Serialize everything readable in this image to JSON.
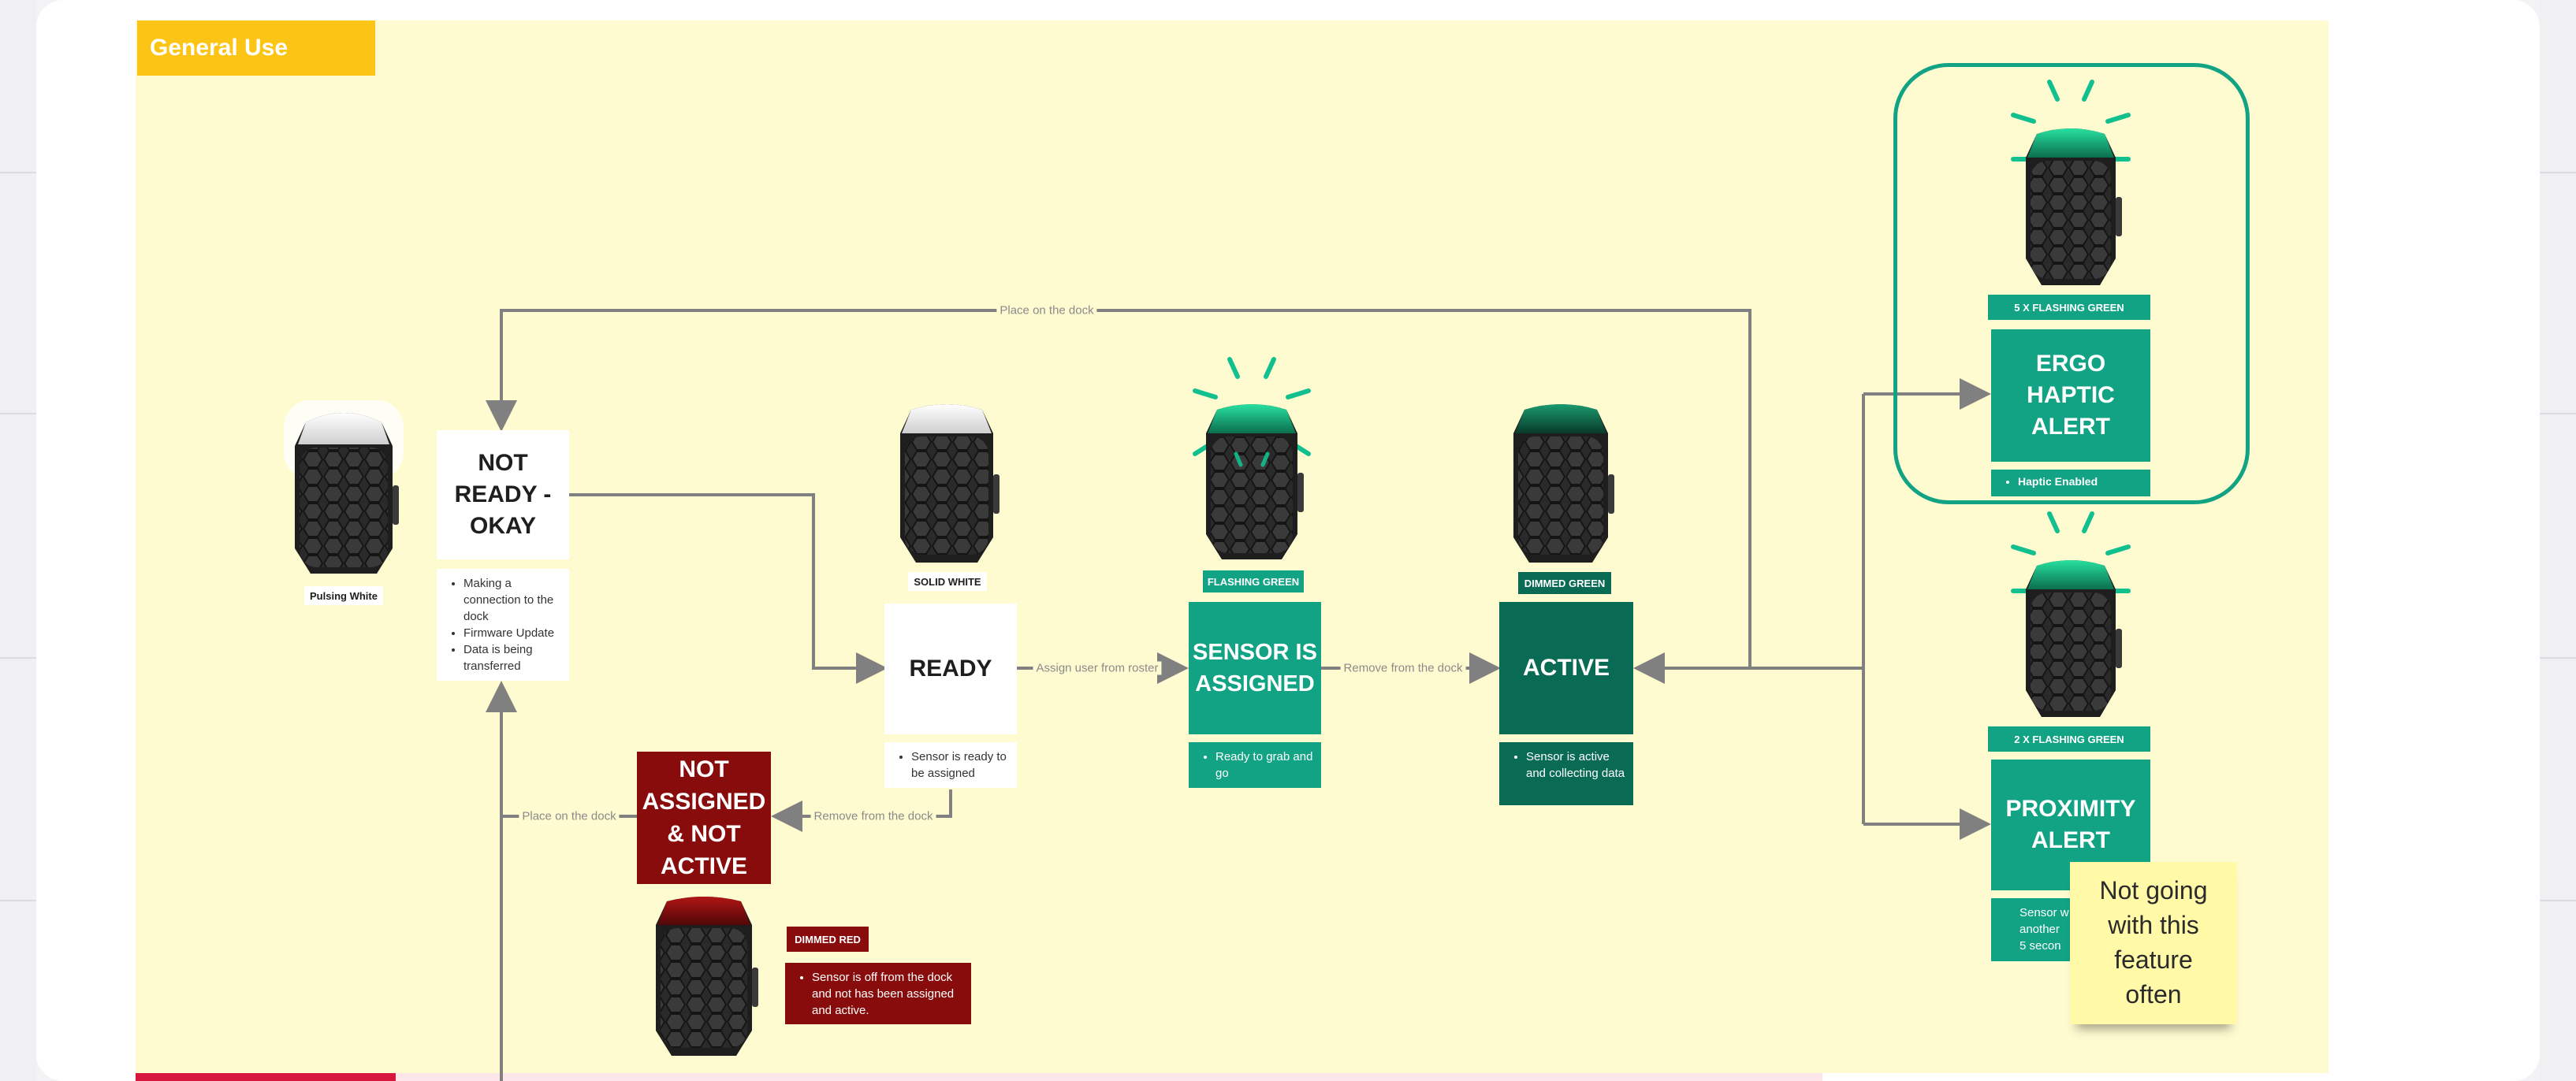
{
  "frame": {
    "label": "General Use",
    "colors": {
      "frame_bg": "#fffbd1",
      "label_bg": "#fcc415"
    }
  },
  "colors": {
    "teal": "#12a385",
    "dark_teal": "#0a6b55",
    "red": "#890c0c",
    "white": "#ffffff",
    "connector": "#808080",
    "sticky": "#fff9a8"
  },
  "states": {
    "not_ready": {
      "sensor_caption": "Pulsing White",
      "title_lines": [
        "NOT",
        "READY -",
        "OKAY"
      ],
      "notes": [
        "Making a connection to the dock",
        "Firmware Update",
        "Data is being transferred"
      ]
    },
    "ready": {
      "sensor_caption": "SOLID WHITE",
      "title": "READY",
      "notes": [
        "Sensor is ready to be assigned"
      ]
    },
    "assigned": {
      "sensor_caption": "FLASHING GREEN",
      "title_lines": [
        "SENSOR IS",
        "ASSIGNED"
      ],
      "notes": [
        "Ready to grab and go"
      ]
    },
    "active": {
      "sensor_caption": "DIMMED GREEN",
      "title": "ACTIVE",
      "notes": [
        "Sensor is active and collecting data"
      ]
    },
    "ergo": {
      "sensor_caption": "5 X FLASHING GREEN",
      "title_lines": [
        "ERGO",
        "HAPTIC",
        "ALERT"
      ],
      "notes": [
        "Haptic Enabled"
      ]
    },
    "proximity": {
      "sensor_caption": "2 X FLASHING GREEN",
      "title_lines": [
        "PROXIMITY",
        "ALERT"
      ],
      "notes_lines": [
        "Sensor w",
        "another",
        "5 secon"
      ]
    },
    "not_assigned": {
      "sensor_caption": "DIMMED RED",
      "title_lines": [
        "NOT",
        "ASSIGNED",
        "& NOT",
        "ACTIVE"
      ],
      "notes": [
        "Sensor is off from the dock and not has been assigned and active."
      ]
    }
  },
  "edges": {
    "place_on_dock_top": "Place on the dock",
    "assign_user": "Assign user from roster",
    "remove_from_dock_1": "Remove from the dock",
    "remove_from_dock_2": "Remove from the dock",
    "place_on_dock_bottom": "Place on the dock"
  },
  "sticky": {
    "text_lines": [
      "Not going",
      "with this",
      "feature",
      "often"
    ]
  }
}
